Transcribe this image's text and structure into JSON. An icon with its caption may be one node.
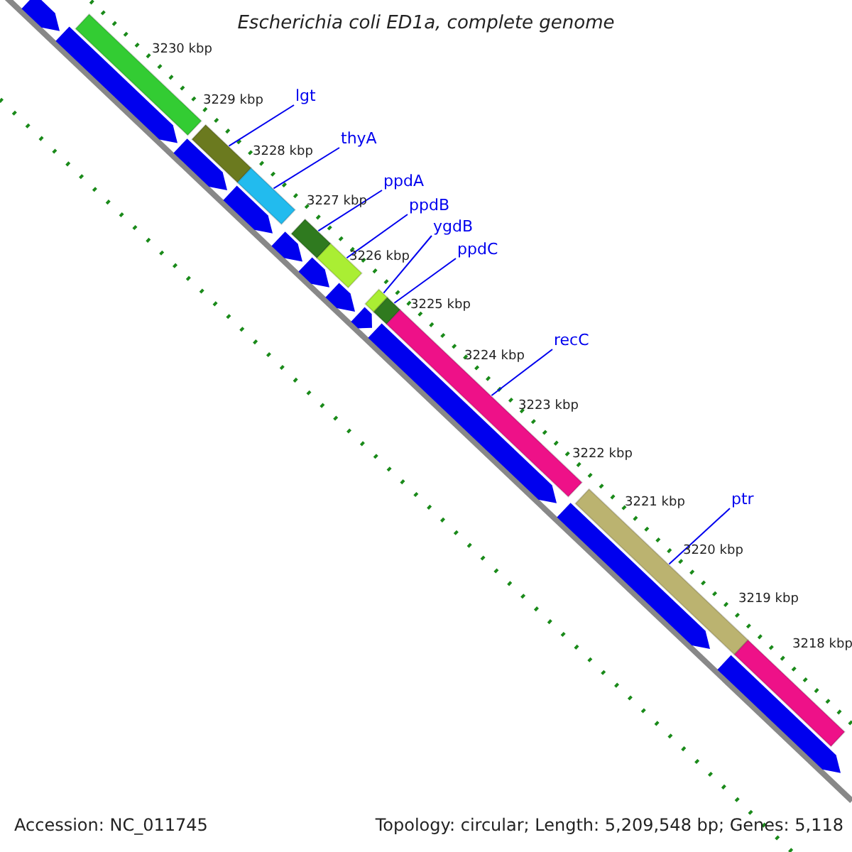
{
  "diagram": {
    "title": "Escherichia coli ED1a, complete genome",
    "nodes": [
      {
        "text": [
          "lgt"
        ]
      },
      {
        "text": [
          "thyA"
        ]
      },
      {
        "text": [
          "ppdA"
        ]
      },
      {
        "text": [
          "ppdB"
        ]
      },
      {
        "text": [
          "ygdB"
        ]
      },
      {
        "text": [
          "ppdC"
        ]
      },
      {
        "text": [
          "recC"
        ]
      },
      {
        "text": [
          "ptr"
        ]
      },
      {
        "text": [],
        "shape": "bar"
      },
      {
        "text": [],
        "shape": "bar"
      },
      {
        "text": [],
        "shape": "bar"
      },
      {
        "text": [],
        "shape": "bar"
      },
      {
        "text": [],
        "shape": "bar"
      },
      {
        "text": [],
        "shape": "bar"
      },
      {
        "text": [],
        "shape": "bar"
      },
      {
        "text": [],
        "shape": "bar"
      },
      {
        "text": [],
        "shape": "bar"
      },
      {
        "text": [],
        "shape": "bar"
      },
      {
        "text": [],
        "shape": "arrow"
      },
      {
        "text": [],
        "shape": "arrow"
      },
      {
        "text": [],
        "shape": "arrow"
      },
      {
        "text": [],
        "shape": "arrow"
      },
      {
        "text": [],
        "shape": "arrow"
      },
      {
        "text": [],
        "shape": "arrow"
      },
      {
        "text": [],
        "shape": "arrow"
      },
      {
        "text": [],
        "shape": "arrow"
      },
      {
        "text": [],
        "shape": "arrow"
      },
      {
        "text": [],
        "shape": "arrow"
      },
      {
        "text": [],
        "shape": "arrow"
      }
    ],
    "edges": [
      {
        "from": 0,
        "to": 9,
        "arrow": "none"
      },
      {
        "from": 1,
        "to": 10,
        "arrow": "none"
      },
      {
        "from": 2,
        "to": 11,
        "arrow": "none"
      },
      {
        "from": 3,
        "to": 12,
        "arrow": "none"
      },
      {
        "from": 4,
        "to": 13,
        "arrow": "none"
      },
      {
        "from": 5,
        "to": 14,
        "arrow": "none"
      },
      {
        "from": 6,
        "to": 15,
        "arrow": "none"
      },
      {
        "from": 7,
        "to": 16,
        "arrow": "none"
      }
    ],
    "labels": [
      "3230 kbp",
      "3229 kbp",
      "3228 kbp",
      "3227 kbp",
      "3226 kbp",
      "3225 kbp",
      "3224 kbp",
      "3223 kbp",
      "3222 kbp",
      "3221 kbp",
      "3220 kbp",
      "3219 kbp",
      "3218 kbp",
      "Accession: NC_011745",
      "Topology: circular; Length: 5,209,548 bp; Genes: 5,118"
    ]
  }
}
